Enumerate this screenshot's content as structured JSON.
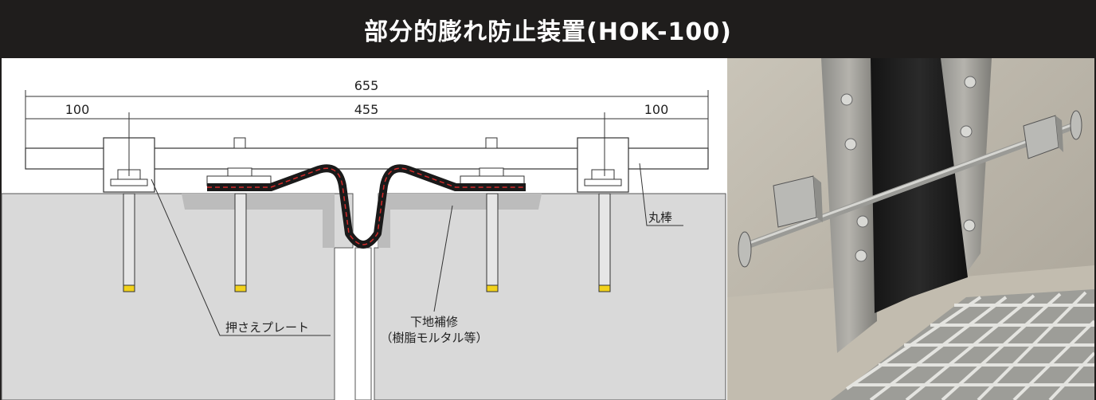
{
  "title": "部分的膨れ防止装置(HOK-100)",
  "dimensions": {
    "total": "655",
    "middle": "455",
    "left": "100",
    "right": "100"
  },
  "labels": {
    "round_bar": "丸棒",
    "press_plate": "押さえプレート",
    "repair_line1": "下地補修",
    "repair_line2": "（樹脂モルタル等）"
  },
  "colors": {
    "title_bg": "#1f1d1c",
    "concrete": "#d9d9d9",
    "rubber": "#1a1a1a",
    "seal_line": "#d42a2a",
    "bolt_tip": "#f2d21b"
  }
}
